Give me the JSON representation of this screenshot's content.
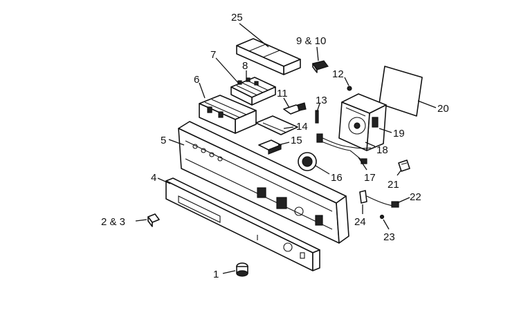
{
  "callouts": [
    {
      "id": "c1",
      "text": "1"
    },
    {
      "id": "c2",
      "text": "2 & 3"
    },
    {
      "id": "c4",
      "text": "4"
    },
    {
      "id": "c5",
      "text": "5"
    },
    {
      "id": "c6",
      "text": "6"
    },
    {
      "id": "c7",
      "text": "7"
    },
    {
      "id": "c8",
      "text": "8"
    },
    {
      "id": "c9",
      "text": "9 & 10"
    },
    {
      "id": "c11",
      "text": "11"
    },
    {
      "id": "c12",
      "text": "12"
    },
    {
      "id": "c13",
      "text": "13"
    },
    {
      "id": "c14",
      "text": "14"
    },
    {
      "id": "c15",
      "text": "15"
    },
    {
      "id": "c16",
      "text": "16"
    },
    {
      "id": "c17",
      "text": "17"
    },
    {
      "id": "c18",
      "text": "18"
    },
    {
      "id": "c19",
      "text": "19"
    },
    {
      "id": "c20",
      "text": "20"
    },
    {
      "id": "c21",
      "text": "21"
    },
    {
      "id": "c22",
      "text": "22"
    },
    {
      "id": "c23",
      "text": "23"
    },
    {
      "id": "c24",
      "text": "24"
    },
    {
      "id": "c25",
      "text": "25"
    }
  ]
}
